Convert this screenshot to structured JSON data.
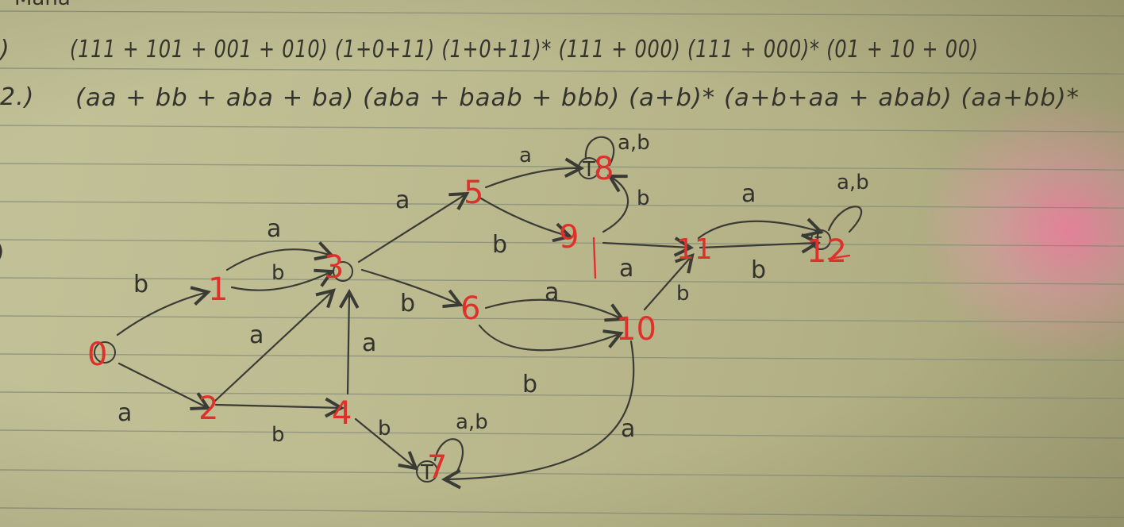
{
  "header_fragment": "Mana",
  "problems": [
    {
      "index": ")",
      "expression": "(111 + 101 + 001 + 010) (1+0+11) (1+0+11)* (111 + 000) (111 + 000)* (01 + 10 + 00)"
    },
    {
      "index": "2.)",
      "expression": "(aa + bb + aba + ba) (aba + baab + bbb) (a+b)* (a+b+aa + abab) (aa+bb)*"
    }
  ],
  "side_marker": ")",
  "states": [
    {
      "label": "0"
    },
    {
      "label": "1"
    },
    {
      "label": "2"
    },
    {
      "label": "3"
    },
    {
      "label": "4"
    },
    {
      "label": "5"
    },
    {
      "label": "6"
    },
    {
      "label": "7"
    },
    {
      "label": "8"
    },
    {
      "label": "9"
    },
    {
      "label": "10"
    },
    {
      "label": "11"
    },
    {
      "label": "12"
    }
  ],
  "trap_glyph": "T",
  "final_glyph": "f",
  "transitions": [
    {
      "from": "0",
      "to": "1",
      "label": "b"
    },
    {
      "from": "0",
      "to": "2",
      "label": "a"
    },
    {
      "from": "1",
      "to": "3",
      "label": "a"
    },
    {
      "from": "1",
      "to": "3",
      "label": "b"
    },
    {
      "from": "2",
      "to": "3",
      "label": "a"
    },
    {
      "from": "2",
      "to": "4",
      "label": "b"
    },
    {
      "from": "4",
      "to": "3",
      "label": "a"
    },
    {
      "from": "4",
      "to": "7",
      "label": "b"
    },
    {
      "from": "7",
      "to": "7",
      "label": "a,b"
    },
    {
      "from": "3",
      "to": "5",
      "label": "a"
    },
    {
      "from": "3",
      "to": "6",
      "label": "b"
    },
    {
      "from": "5",
      "to": "8",
      "label": "a"
    },
    {
      "from": "8",
      "to": "8",
      "label": "a,b"
    },
    {
      "from": "5",
      "to": "9",
      "label": "b"
    },
    {
      "from": "9",
      "to": "8",
      "label": "b"
    },
    {
      "from": "9",
      "to": "11",
      "label": "a"
    },
    {
      "from": "6",
      "to": "10",
      "label": "a"
    },
    {
      "from": "6",
      "to": "10",
      "label": "b"
    },
    {
      "from": "10",
      "to": "11",
      "label": "b"
    },
    {
      "from": "10",
      "to": "7",
      "label": "a"
    },
    {
      "from": "11",
      "to": "12",
      "label": "a"
    },
    {
      "from": "11",
      "to": "12",
      "label": "b"
    },
    {
      "from": "12",
      "to": "12",
      "label": "a,b"
    }
  ],
  "colors": {
    "paper": "#bdbb90",
    "pencil": "#3b3b36",
    "red_ink": "#e0302c",
    "rule_lines": "#7f8a78",
    "glare": "#ff8cbe"
  }
}
